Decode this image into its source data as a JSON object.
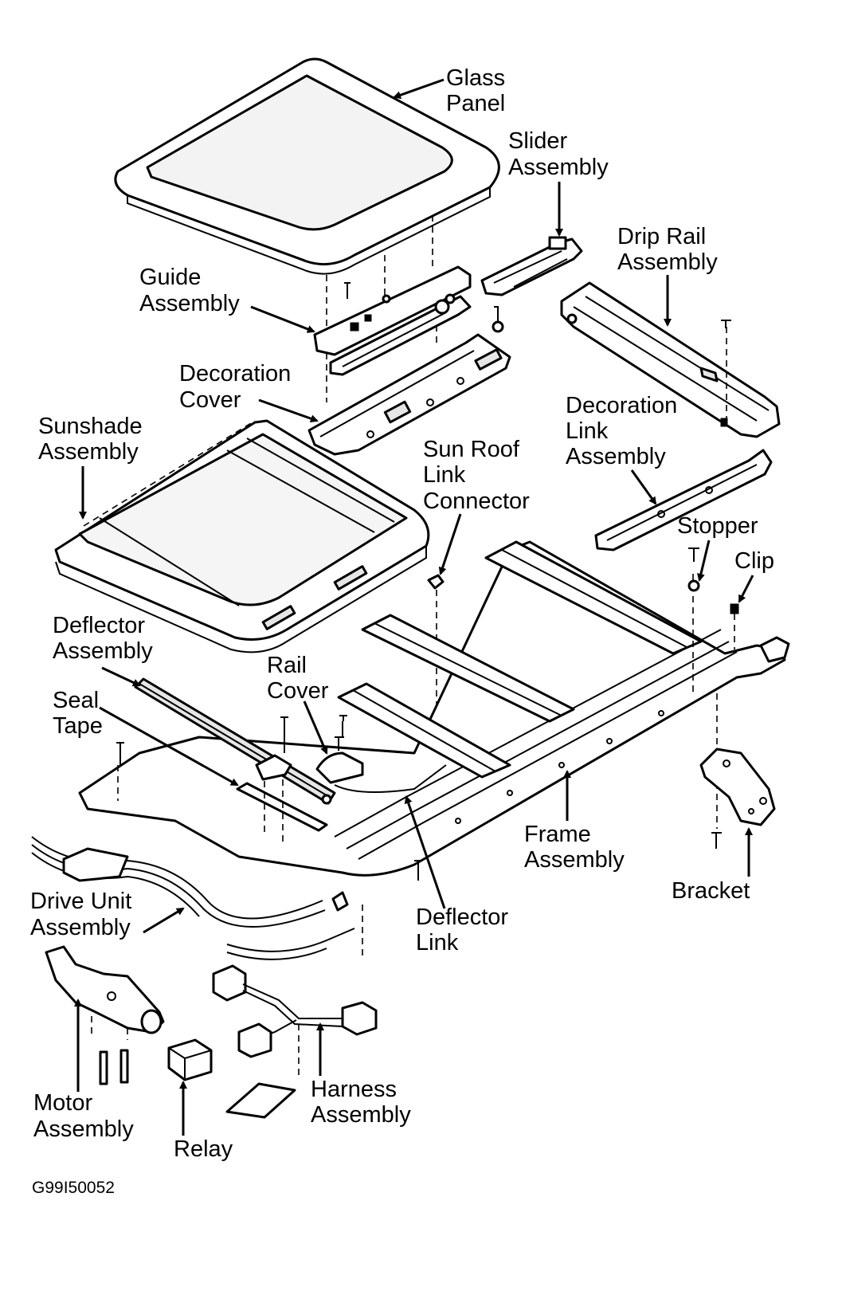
{
  "labels": {
    "glass_panel": [
      "Glass",
      "Panel"
    ],
    "slider_assembly": [
      "Slider",
      "Assembly"
    ],
    "drip_rail_assembly": [
      "Drip Rail",
      "Assembly"
    ],
    "guide_assembly": [
      "Guide",
      "Assembly"
    ],
    "decoration_cover": [
      "Decoration",
      "Cover"
    ],
    "sunshade_assembly": [
      "Sunshade",
      "Assembly"
    ],
    "decoration_link_assembly": [
      "Decoration",
      "Link",
      "Assembly"
    ],
    "sun_roof_link_connector": [
      "Sun Roof",
      "Link",
      "Connector"
    ],
    "stopper": [
      "Stopper"
    ],
    "clip": [
      "Clip"
    ],
    "deflector_assembly": [
      "Deflector",
      "Assembly"
    ],
    "rail_cover": [
      "Rail",
      "Cover"
    ],
    "seal_tape": [
      "Seal",
      "Tape"
    ],
    "frame_assembly": [
      "Frame",
      "Assembly"
    ],
    "bracket": [
      "Bracket"
    ],
    "drive_unit_assembly": [
      "Drive Unit",
      "Assembly"
    ],
    "deflector_link": [
      "Deflector",
      "Link"
    ],
    "harness_assembly": [
      "Harness",
      "Assembly"
    ],
    "motor_assembly": [
      "Motor",
      "Assembly"
    ],
    "relay": [
      "Relay"
    ]
  },
  "figure_code": "G99I50052"
}
